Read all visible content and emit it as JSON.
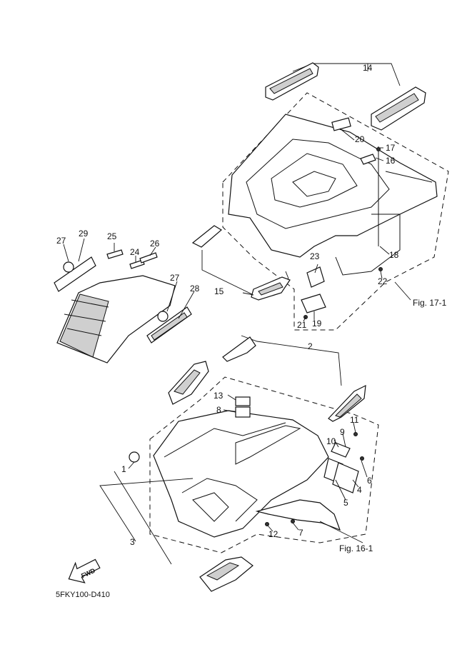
{
  "callouts": [
    "1",
    "2",
    "3",
    "4",
    "5",
    "6",
    "7",
    "8",
    "9",
    "10",
    "11",
    "12",
    "13",
    "14",
    "15",
    "16",
    "17",
    "18",
    "19",
    "20",
    "21",
    "22",
    "23",
    "24",
    "25",
    "26",
    "27",
    "27",
    "28",
    "29"
  ],
  "figure_refs": {
    "rear": "Fig. 17-1",
    "front": "Fig. 16-1"
  },
  "direction_badge": "FWD",
  "drawing_code": "5FKY100-D410"
}
